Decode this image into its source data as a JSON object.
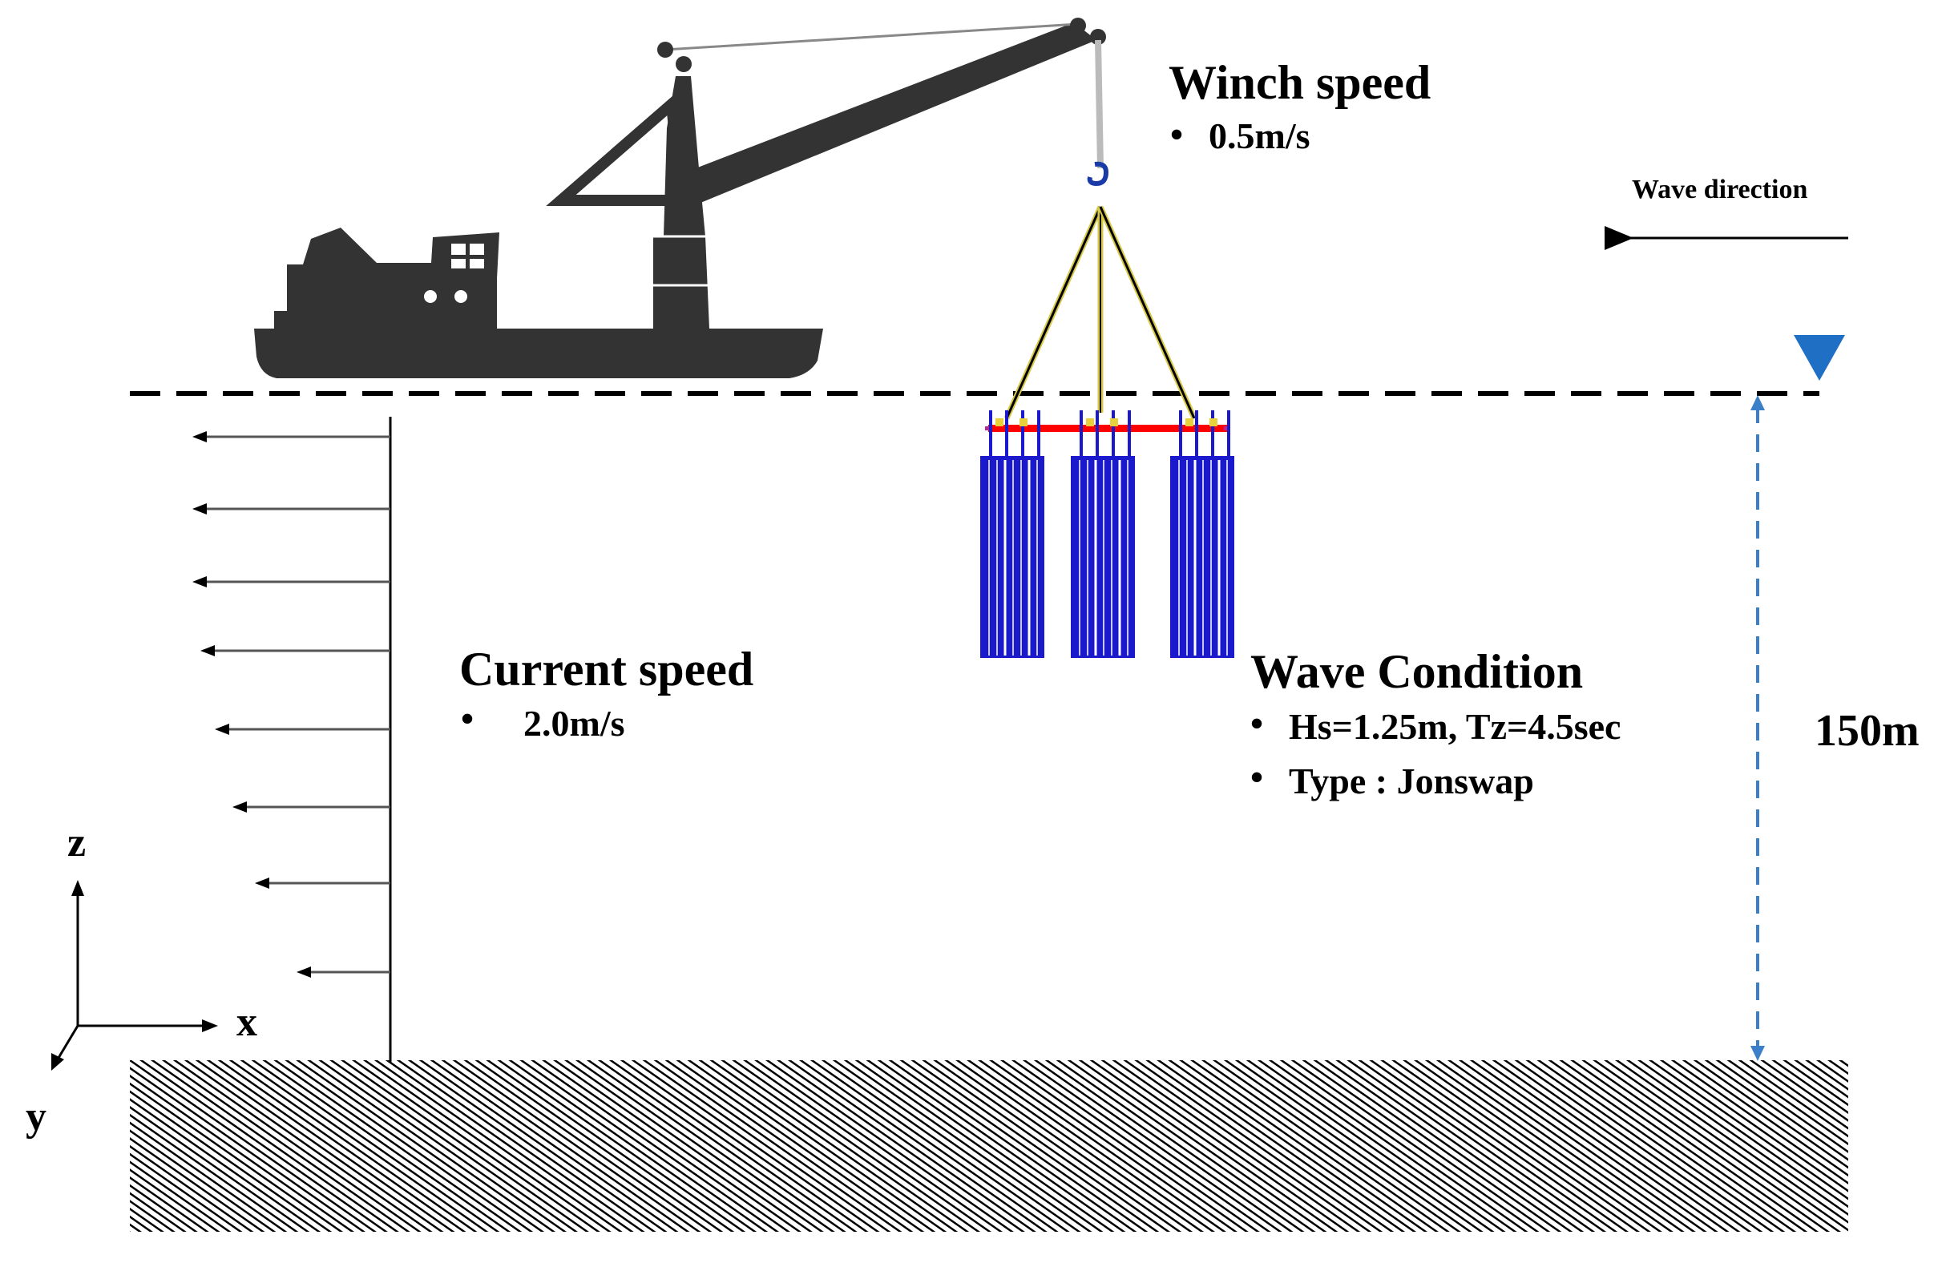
{
  "winch": {
    "title": "Winch speed",
    "bullet": "•",
    "value": "0.5m/s"
  },
  "wave_direction": {
    "label": "Wave direction"
  },
  "current": {
    "title": "Current speed",
    "bullet": "•",
    "value": "2.0m/s"
  },
  "wave_condition": {
    "title": "Wave Condition",
    "bullet": "•",
    "items": [
      "Hs=1.25m, Tz=4.5sec",
      "Type : Jonswap"
    ]
  },
  "depth": {
    "label": "150m"
  },
  "axes": {
    "z": "z",
    "x": "x",
    "y": "y"
  },
  "colors": {
    "vessel": "#333333",
    "water_level_marker": "#1f6fc4",
    "depth_arrow": "#3a7fc7",
    "cage": "#1a1acc",
    "spreader_bar": "#ff0000",
    "seabed_hatch": "#000000"
  },
  "icons": {
    "water_level": "inverted-triangle-icon",
    "hook": "crane-hook-icon"
  }
}
